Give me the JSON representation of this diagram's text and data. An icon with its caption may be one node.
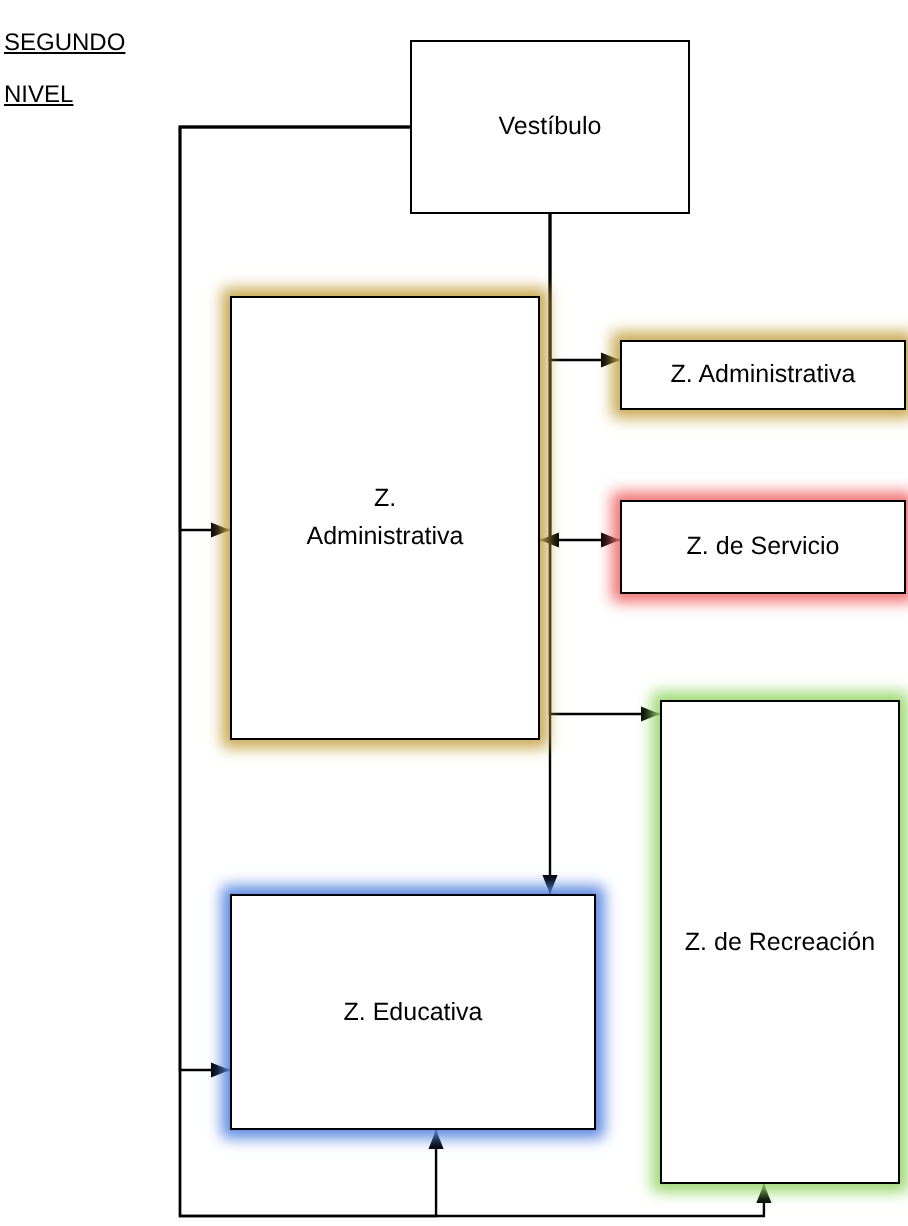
{
  "diagram": {
    "title": "SEGUNDO NIVEL",
    "nodes": [
      {
        "text": [
          "Vestíbulo"
        ]
      },
      {
        "text": [
          "Z. Administrativa"
        ]
      },
      {
        "text": [
          "Z. Administrativa"
        ]
      },
      {
        "text": [
          "Z. de Servicio"
        ]
      },
      {
        "text": [
          "Z. de Recreación"
        ]
      },
      {
        "text": [
          "Z. Educativa"
        ]
      }
    ],
    "edges": [
      {
        "from": 0,
        "to": 2,
        "arrow": "to"
      },
      {
        "from": 0,
        "to": 1,
        "arrow": "to"
      },
      {
        "from": 0,
        "to": 3,
        "arrow": "to"
      },
      {
        "from": 0,
        "to": 4,
        "arrow": "to"
      },
      {
        "from": 0,
        "to": 5,
        "arrow": "to"
      },
      {
        "from": 0,
        "to": 1,
        "arrow": "to"
      },
      {
        "from": 0,
        "to": 5,
        "arrow": "to"
      },
      {
        "from": 0,
        "to": 5,
        "arrow": "to"
      },
      {
        "from": 0,
        "to": 4,
        "arrow": "to"
      }
    ]
  }
}
